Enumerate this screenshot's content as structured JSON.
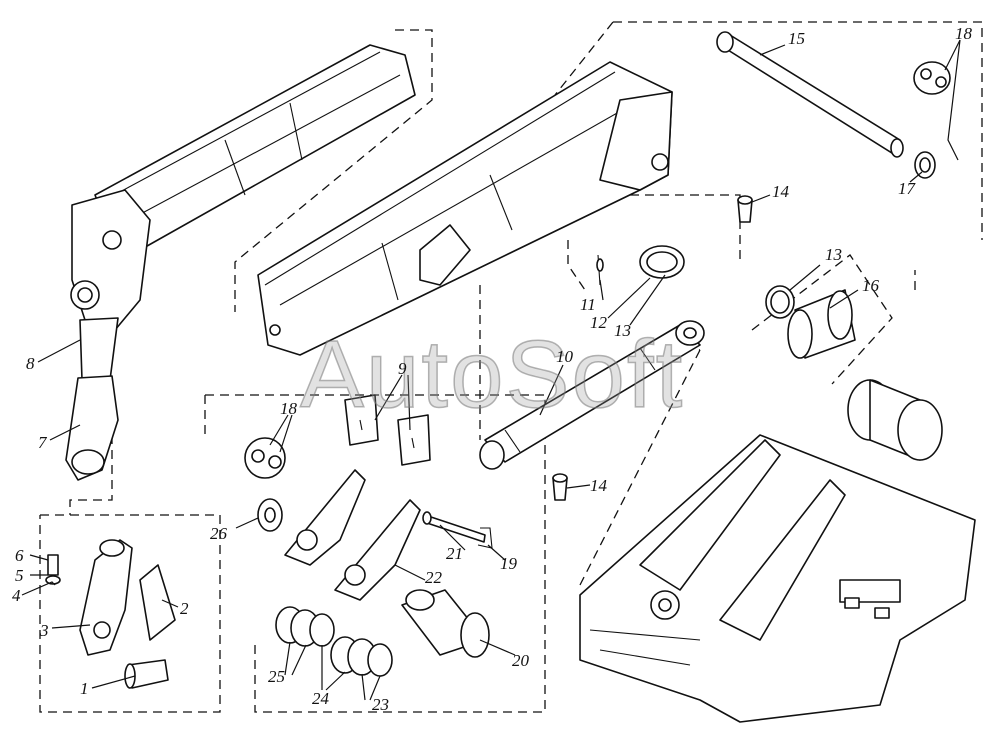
{
  "watermark": "AutoSoft",
  "callouts": [
    {
      "id": "c1",
      "text": "1"
    },
    {
      "id": "c2",
      "text": "2"
    },
    {
      "id": "c3",
      "text": "3"
    },
    {
      "id": "c4",
      "text": "4"
    },
    {
      "id": "c5",
      "text": "5"
    },
    {
      "id": "c6",
      "text": "6"
    },
    {
      "id": "c7",
      "text": "7"
    },
    {
      "id": "c8",
      "text": "8"
    },
    {
      "id": "c9",
      "text": "9"
    },
    {
      "id": "c10",
      "text": "10"
    },
    {
      "id": "c11",
      "text": "11"
    },
    {
      "id": "c12",
      "text": "12"
    },
    {
      "id": "c13a",
      "text": "13"
    },
    {
      "id": "c13b",
      "text": "13"
    },
    {
      "id": "c14a",
      "text": "14"
    },
    {
      "id": "c14b",
      "text": "14"
    },
    {
      "id": "c15",
      "text": "15"
    },
    {
      "id": "c16",
      "text": "16"
    },
    {
      "id": "c17",
      "text": "17"
    },
    {
      "id": "c18a",
      "text": "18"
    },
    {
      "id": "c18b",
      "text": "18"
    },
    {
      "id": "c19",
      "text": "19"
    },
    {
      "id": "c20",
      "text": "20"
    },
    {
      "id": "c21",
      "text": "21"
    },
    {
      "id": "c22",
      "text": "22"
    },
    {
      "id": "c23",
      "text": "23"
    },
    {
      "id": "c24",
      "text": "24"
    },
    {
      "id": "c25",
      "text": "25"
    },
    {
      "id": "c26",
      "text": "26"
    }
  ]
}
